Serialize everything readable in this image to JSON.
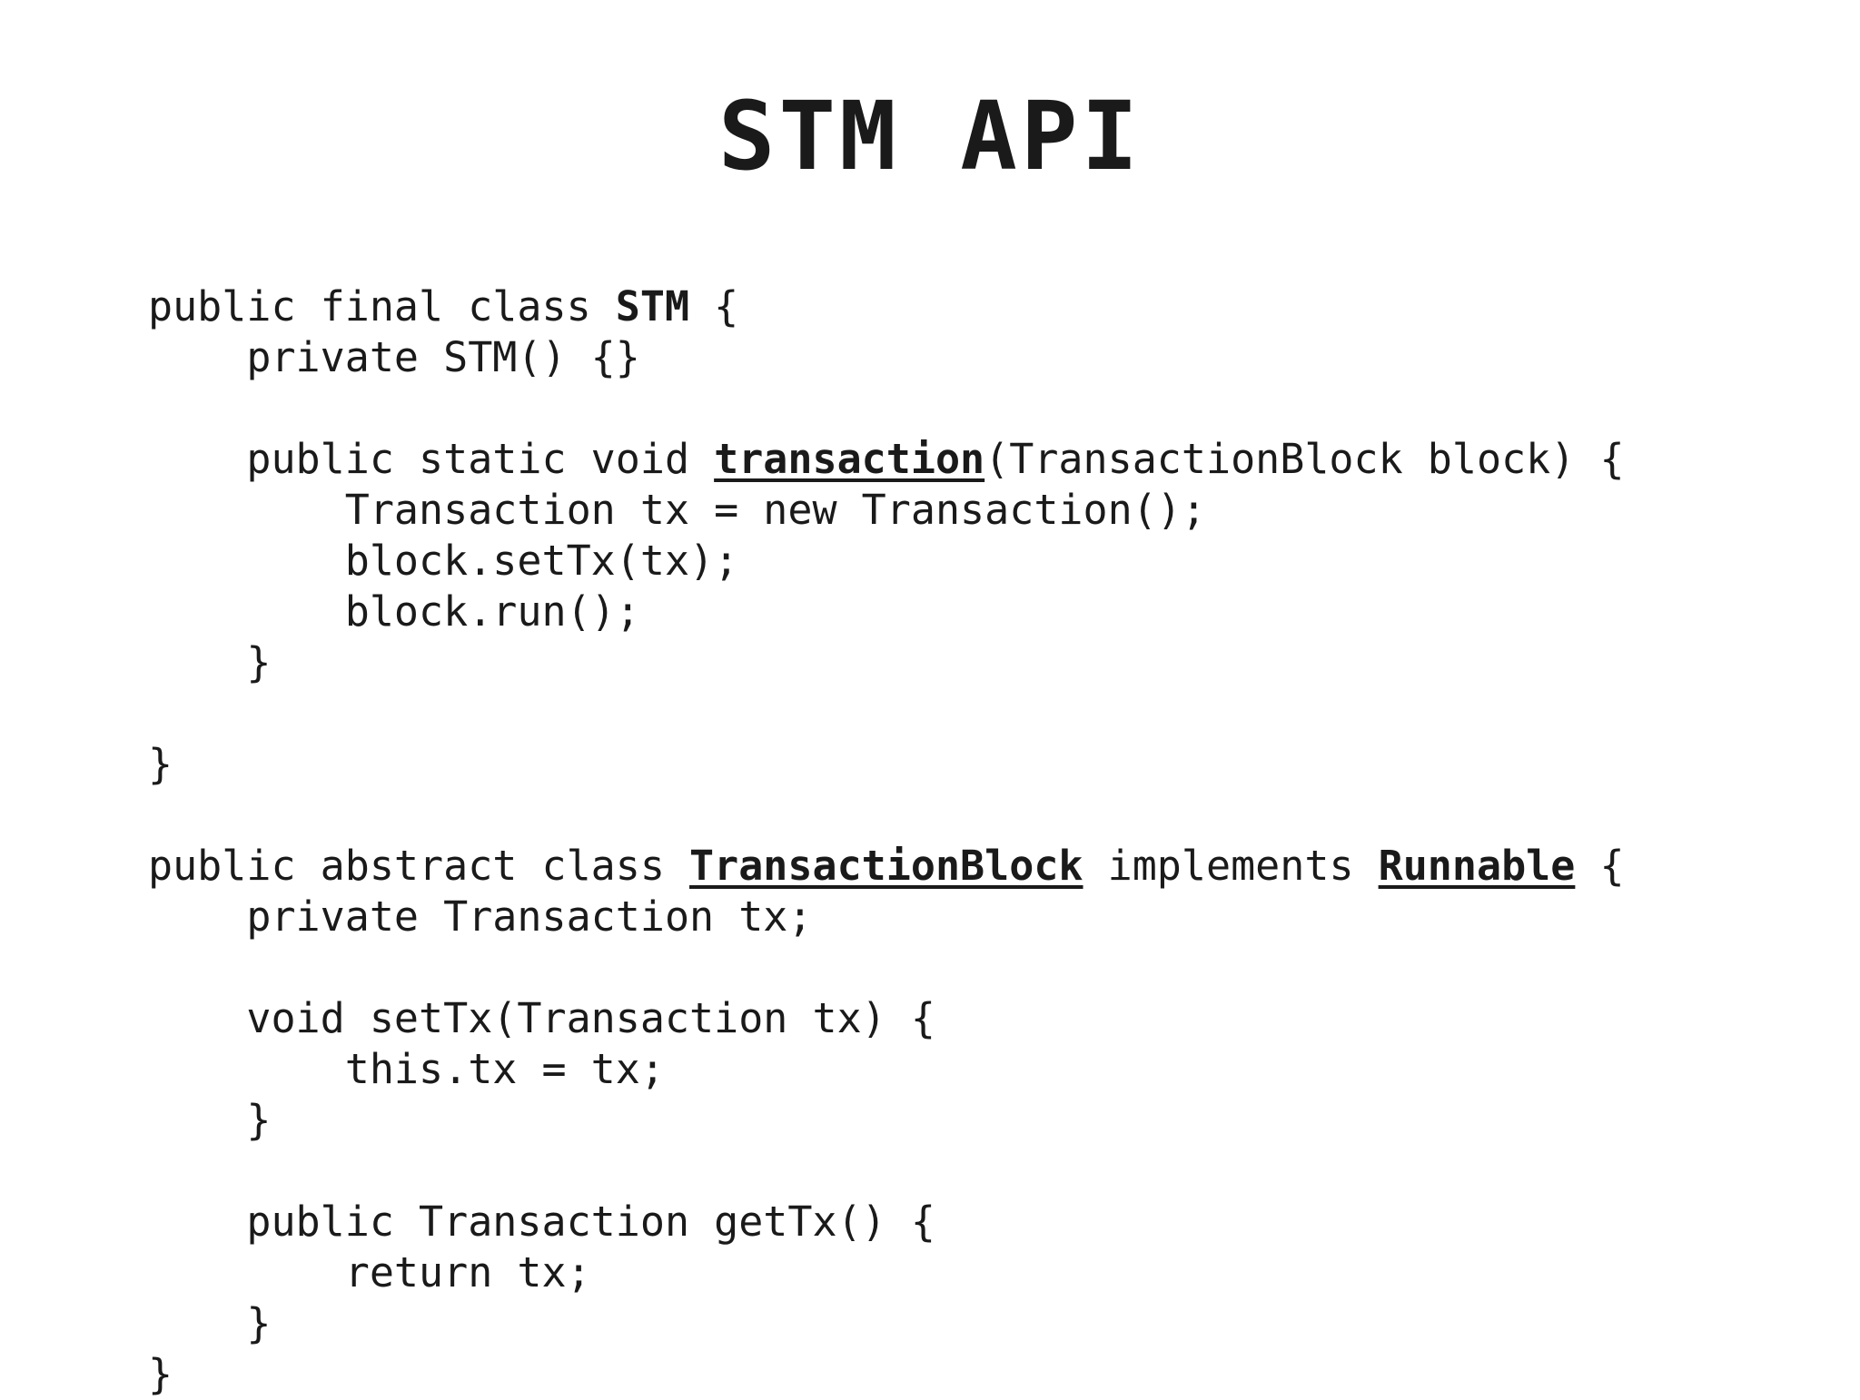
{
  "slide": {
    "title": "STM API",
    "background_color": "#ffffff",
    "text_color": "#1a1a1a"
  },
  "code": {
    "language": "java",
    "lines": [
      {
        "id": "line-1",
        "indent": 0,
        "segments": [
          {
            "text": "public final class ",
            "style": "plain"
          },
          {
            "text": "STM",
            "style": "bold"
          },
          {
            "text": " {",
            "style": "plain"
          }
        ]
      },
      {
        "id": "line-2",
        "indent": 0,
        "segments": [
          {
            "text": "    private STM() {}",
            "style": "plain"
          }
        ]
      },
      {
        "id": "line-3",
        "indent": 0,
        "segments": [
          {
            "text": "",
            "style": "plain"
          }
        ]
      },
      {
        "id": "line-4",
        "indent": 0,
        "segments": [
          {
            "text": "    public static void ",
            "style": "plain"
          },
          {
            "text": "transaction",
            "style": "bold-underline"
          },
          {
            "text": "(TransactionBlock block) {",
            "style": "plain"
          }
        ]
      },
      {
        "id": "line-5",
        "indent": 0,
        "segments": [
          {
            "text": "        Transaction tx = new Transaction();",
            "style": "plain"
          }
        ]
      },
      {
        "id": "line-6",
        "indent": 0,
        "segments": [
          {
            "text": "        block.setTx(tx);",
            "style": "plain"
          }
        ]
      },
      {
        "id": "line-7",
        "indent": 0,
        "segments": [
          {
            "text": "        block.run();",
            "style": "plain"
          }
        ]
      },
      {
        "id": "line-8",
        "indent": 0,
        "segments": [
          {
            "text": "    }",
            "style": "plain"
          }
        ]
      },
      {
        "id": "line-9",
        "indent": 0,
        "segments": [
          {
            "text": "",
            "style": "plain"
          }
        ]
      },
      {
        "id": "line-10",
        "indent": 0,
        "segments": [
          {
            "text": "}",
            "style": "plain"
          }
        ]
      },
      {
        "id": "line-11",
        "indent": 0,
        "segments": [
          {
            "text": "",
            "style": "plain"
          }
        ]
      },
      {
        "id": "line-12",
        "indent": 0,
        "segments": [
          {
            "text": "public abstract class ",
            "style": "plain"
          },
          {
            "text": "TransactionBlock",
            "style": "bold-underline"
          },
          {
            "text": " implements ",
            "style": "plain"
          },
          {
            "text": "Runnable",
            "style": "bold-underline"
          },
          {
            "text": " {",
            "style": "plain"
          }
        ]
      },
      {
        "id": "line-13",
        "indent": 0,
        "segments": [
          {
            "text": "    private Transaction tx;",
            "style": "plain"
          }
        ]
      },
      {
        "id": "line-14",
        "indent": 0,
        "segments": [
          {
            "text": "",
            "style": "plain"
          }
        ]
      },
      {
        "id": "line-15",
        "indent": 0,
        "segments": [
          {
            "text": "    void setTx(Transaction tx) {",
            "style": "plain"
          }
        ]
      },
      {
        "id": "line-16",
        "indent": 0,
        "segments": [
          {
            "text": "        this.tx = tx;",
            "style": "plain"
          }
        ]
      },
      {
        "id": "line-17",
        "indent": 0,
        "segments": [
          {
            "text": "    }",
            "style": "plain"
          }
        ]
      },
      {
        "id": "line-18",
        "indent": 0,
        "segments": [
          {
            "text": "",
            "style": "plain"
          }
        ]
      },
      {
        "id": "line-19",
        "indent": 0,
        "segments": [
          {
            "text": "    public Transaction getTx() {",
            "style": "plain"
          }
        ]
      },
      {
        "id": "line-20",
        "indent": 0,
        "segments": [
          {
            "text": "        return tx;",
            "style": "plain"
          }
        ]
      },
      {
        "id": "line-21",
        "indent": 0,
        "segments": [
          {
            "text": "    }",
            "style": "plain"
          }
        ]
      },
      {
        "id": "line-22",
        "indent": 0,
        "segments": [
          {
            "text": "}",
            "style": "plain"
          }
        ]
      }
    ]
  }
}
